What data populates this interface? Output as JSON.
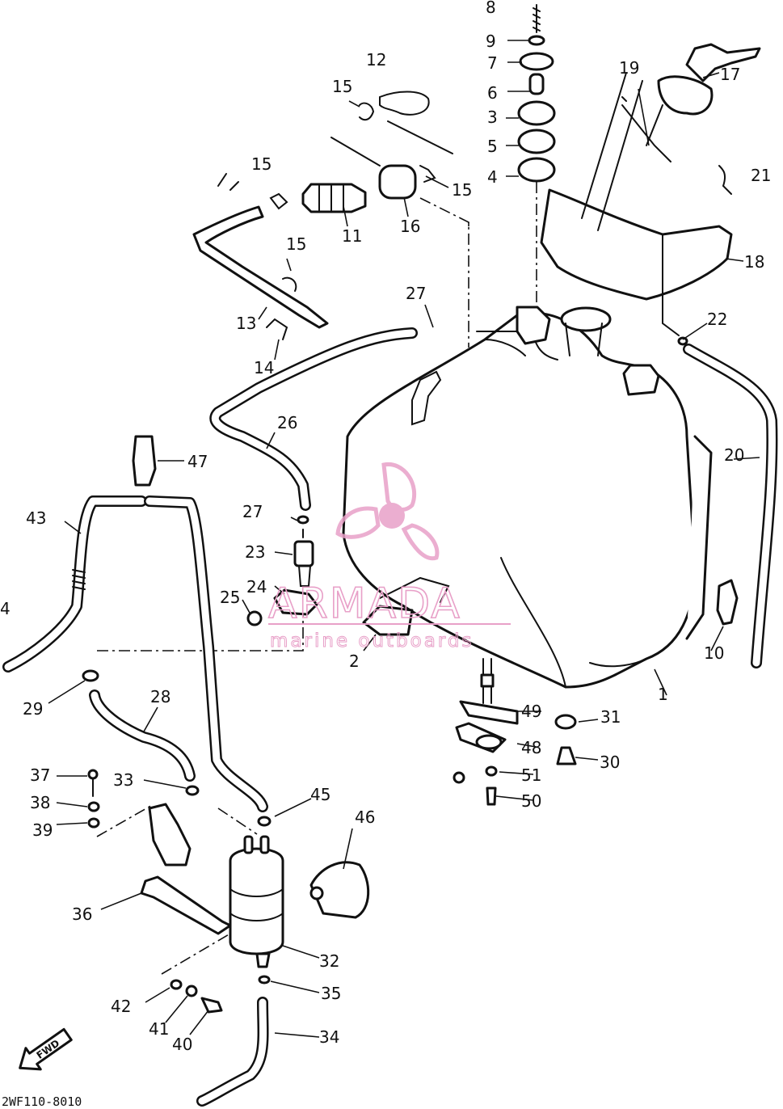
{
  "diagram": {
    "code": "2WF110-8010",
    "fwd_label": "FWD",
    "watermark": {
      "title": "ARMADA",
      "subtitle": "marine outboards",
      "color": "#e8a0c8"
    },
    "part_labels": [
      {
        "id": "p1",
        "text": "1"
      },
      {
        "id": "p2",
        "text": "2"
      },
      {
        "id": "p3",
        "text": "3"
      },
      {
        "id": "p4",
        "text": "4"
      },
      {
        "id": "p4b",
        "text": "4"
      },
      {
        "id": "p5",
        "text": "5"
      },
      {
        "id": "p6",
        "text": "6"
      },
      {
        "id": "p7",
        "text": "7"
      },
      {
        "id": "p8",
        "text": "8"
      },
      {
        "id": "p9",
        "text": "9"
      },
      {
        "id": "p10",
        "text": "10"
      },
      {
        "id": "p11",
        "text": "11"
      },
      {
        "id": "p12",
        "text": "12"
      },
      {
        "id": "p13",
        "text": "13"
      },
      {
        "id": "p14",
        "text": "14"
      },
      {
        "id": "p15a",
        "text": "15"
      },
      {
        "id": "p15b",
        "text": "15"
      },
      {
        "id": "p15c",
        "text": "15"
      },
      {
        "id": "p15d",
        "text": "15"
      },
      {
        "id": "p16",
        "text": "16"
      },
      {
        "id": "p17",
        "text": "17"
      },
      {
        "id": "p18",
        "text": "18"
      },
      {
        "id": "p19",
        "text": "19"
      },
      {
        "id": "p20",
        "text": "20"
      },
      {
        "id": "p21",
        "text": "21"
      },
      {
        "id": "p22",
        "text": "22"
      },
      {
        "id": "p23",
        "text": "23"
      },
      {
        "id": "p24",
        "text": "24"
      },
      {
        "id": "p25",
        "text": "25"
      },
      {
        "id": "p26",
        "text": "26"
      },
      {
        "id": "p27a",
        "text": "27"
      },
      {
        "id": "p27b",
        "text": "27"
      },
      {
        "id": "p28",
        "text": "28"
      },
      {
        "id": "p29",
        "text": "29"
      },
      {
        "id": "p30",
        "text": "30"
      },
      {
        "id": "p31",
        "text": "31"
      },
      {
        "id": "p32",
        "text": "32"
      },
      {
        "id": "p33",
        "text": "33"
      },
      {
        "id": "p34",
        "text": "34"
      },
      {
        "id": "p35",
        "text": "35"
      },
      {
        "id": "p36",
        "text": "36"
      },
      {
        "id": "p37",
        "text": "37"
      },
      {
        "id": "p38",
        "text": "38"
      },
      {
        "id": "p39",
        "text": "39"
      },
      {
        "id": "p40",
        "text": "40"
      },
      {
        "id": "p41",
        "text": "41"
      },
      {
        "id": "p42",
        "text": "42"
      },
      {
        "id": "p43",
        "text": "43"
      },
      {
        "id": "p45",
        "text": "45"
      },
      {
        "id": "p46",
        "text": "46"
      },
      {
        "id": "p47",
        "text": "47"
      },
      {
        "id": "p48",
        "text": "48"
      },
      {
        "id": "p49",
        "text": "49"
      },
      {
        "id": "p50",
        "text": "50"
      },
      {
        "id": "p51",
        "text": "51"
      }
    ]
  }
}
